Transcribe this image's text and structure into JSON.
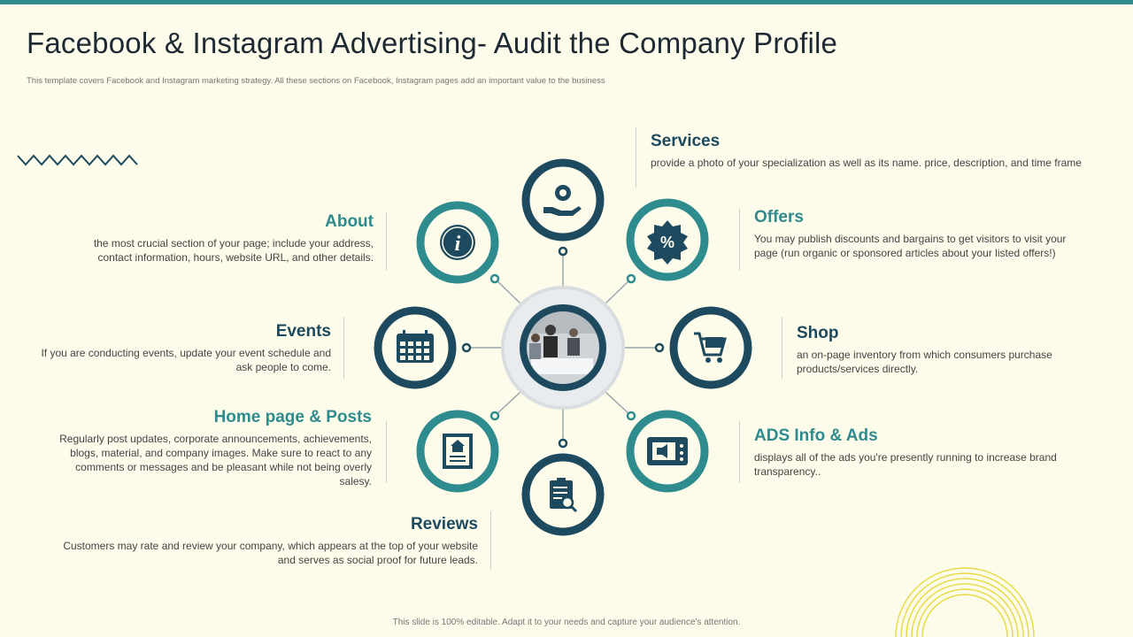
{
  "header": {
    "title": "Facebook & Instagram Advertising- Audit the Company Profile",
    "subtitle": "This template covers Facebook and Instagram marketing strategy. All these sections on Facebook, Instagram pages add an important value to the business"
  },
  "footer": {
    "text": "This slide is 100% editable. Adapt it to your needs and capture your audience's attention."
  },
  "colors": {
    "teal": "#2e8b8e",
    "navy": "#1d4a5e",
    "background": "#fdfbea",
    "accent_yellow": "#e6dc4a"
  },
  "sections": {
    "services": {
      "title": "Services",
      "body": "provide a photo of your specialization as well as its name. price, description, and time frame",
      "icon": "gear-hand-icon"
    },
    "offers": {
      "title": "Offers",
      "body": "You may publish discounts and bargains to get visitors to visit your page (run organic or sponsored articles about your listed offers!)",
      "icon": "discount-badge-icon"
    },
    "shop": {
      "title": "Shop",
      "body": "an on-page inventory from which consumers purchase products/services directly.",
      "icon": "shopping-cart-icon"
    },
    "ads": {
      "title": "ADS Info & Ads",
      "body": "displays all of the ads you're presently running to increase brand transparency..",
      "icon": "ad-screen-icon"
    },
    "reviews": {
      "title": "Reviews",
      "body": "Customers may rate and review your company, which appears at the top of your website and serves as social proof for future leads.",
      "icon": "clipboard-search-icon"
    },
    "homepage": {
      "title": "Home page & Posts",
      "body": "Regularly post updates, corporate announcements, achievements, blogs, material, and company images. Make sure to react to any comments or messages and be pleasant while not being overly salesy.",
      "icon": "home-document-icon"
    },
    "events": {
      "title": "Events",
      "body": "If you are conducting events, update your event schedule and ask people to come.",
      "icon": "calendar-icon"
    },
    "about": {
      "title": "About",
      "body": "the most crucial section of your page; include your address, contact information, hours, website URL, and other details.",
      "icon": "info-icon"
    }
  }
}
